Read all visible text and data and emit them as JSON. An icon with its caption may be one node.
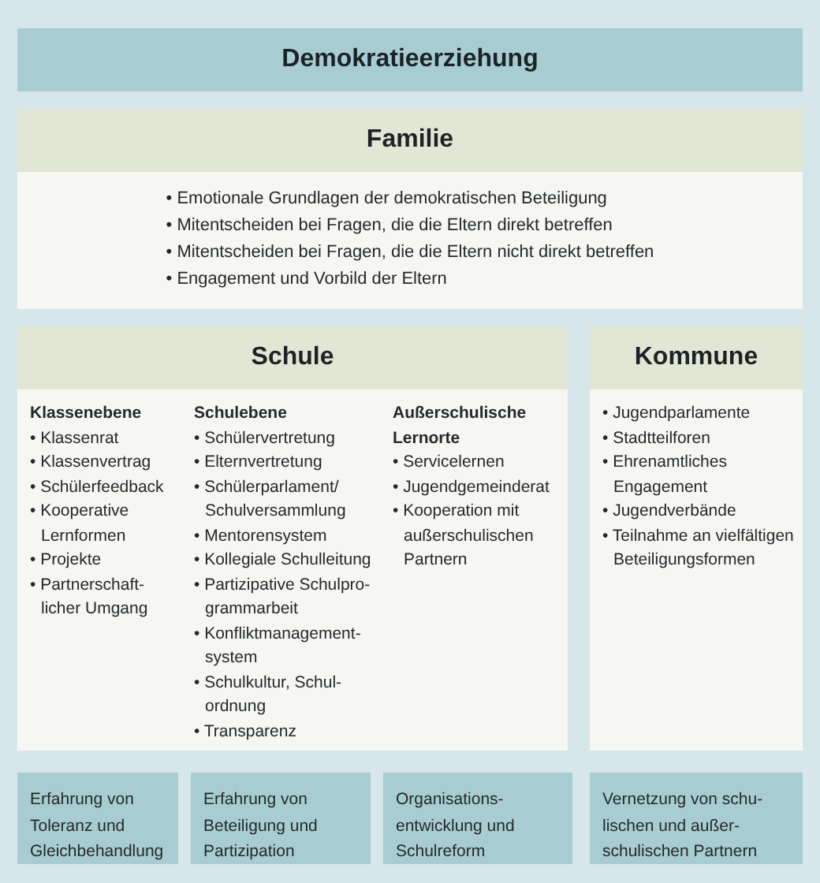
{
  "diagram": {
    "nodes": [
      {
        "text": [
          "Demokratieerziehung"
        ]
      },
      {
        "text": [
          "Familie",
          "• Emotionale Grundlagen der demokratischen Beteiligung",
          "• Mitentscheiden bei Fragen, die die Eltern direkt betreffen",
          "• Mitentscheiden bei Fragen, die die Eltern nicht direkt betreffen",
          "• Engagement und Vorbild der Eltern"
        ]
      },
      {
        "text": [
          "Schule",
          "Klassenebene",
          "• Klassenrat",
          "• Klassenvertrag",
          "• Schülerfeedback",
          "• Kooperative Lernformen",
          "• Projekte",
          "• Partnerschaft- licher Umgang",
          "Schulebene",
          "• Schülervertretung",
          "• Elternvertretung",
          "• Schülerparlament/ Schulversammlung",
          "• Mentorensystem",
          "• Kollegiale Schulleitung",
          "• Partizipative Schulpro- grammarbeit",
          "• Konfliktmanagement- system",
          "• Schulkultur, Schul- ordnung",
          "• Transparenz",
          "Außerschulische Lernorte",
          "• Servicelernen",
          "• Jugendgemeinderat",
          "• Kooperation mit außerschulischen Partnern"
        ]
      },
      {
        "text": [
          "Kommune",
          "• Jugendparlamente",
          "• Stadtteilforen",
          "• Ehrenamtliches Engagement",
          "• Jugendverbände",
          "• Teilnahme an vielfältigen Beteiligungsformen"
        ]
      },
      {
        "text": [
          "Erfahrung von Toleranz und Gleichbehandlung"
        ]
      },
      {
        "text": [
          "Erfahrung von Beteiligung und Partizipation"
        ]
      },
      {
        "text": [
          "Organisations- entwicklung und Schulreform"
        ]
      },
      {
        "text": [
          "Vernetzung von schu- lischen und außer- schulischen Partnern"
        ]
      }
    ]
  }
}
